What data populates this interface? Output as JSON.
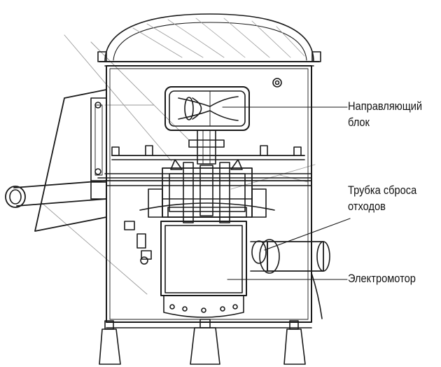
{
  "diagram": {
    "labels": {
      "guide_block": {
        "line1": "Направляющий",
        "line2": "блок"
      },
      "waste_tube": {
        "line1": "Трубка сброса",
        "line2": "отходов"
      },
      "motor": {
        "line1": "Электромотор"
      }
    },
    "colors": {
      "stroke": "#1a1a1a",
      "light_stroke": "#9a9a9a",
      "fill": "#ffffff"
    }
  }
}
